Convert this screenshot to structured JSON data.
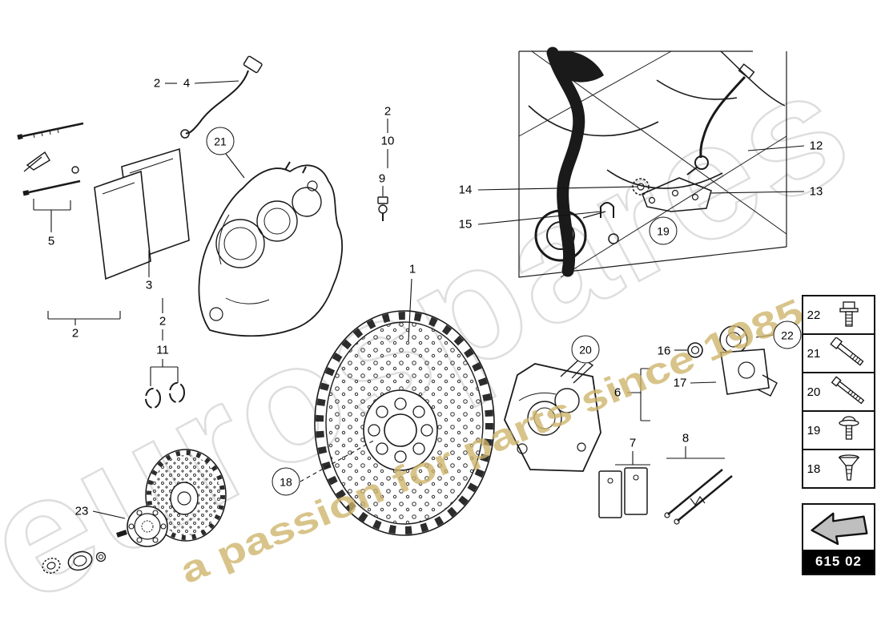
{
  "watermark": {
    "brand": "eurospares",
    "tagline": "a passion for parts since 1985"
  },
  "part_code": "615 02",
  "colors": {
    "line": "#1a1a1a",
    "watermark_gray": "#dedede",
    "watermark_gold": "#cdb469"
  },
  "callouts": [
    {
      "label": "2",
      "circled": false
    },
    {
      "label": "4",
      "circled": false
    },
    {
      "label": "21",
      "circled": true
    },
    {
      "label": "2",
      "circled": false
    },
    {
      "label": "10",
      "circled": false
    },
    {
      "label": "9",
      "circled": false
    },
    {
      "label": "5",
      "circled": false
    },
    {
      "label": "3",
      "circled": false
    },
    {
      "label": "2",
      "circled": false
    },
    {
      "label": "2",
      "circled": false
    },
    {
      "label": "11",
      "circled": false
    },
    {
      "label": "1",
      "circled": false
    },
    {
      "label": "18",
      "circled": true
    },
    {
      "label": "23",
      "circled": false
    },
    {
      "label": "20",
      "circled": true
    },
    {
      "label": "16",
      "circled": false
    },
    {
      "label": "17",
      "circled": false
    },
    {
      "label": "22",
      "circled": true
    },
    {
      "label": "6",
      "circled": false
    },
    {
      "label": "7",
      "circled": false
    },
    {
      "label": "8",
      "circled": false
    },
    {
      "label": "12",
      "circled": false
    },
    {
      "label": "13",
      "circled": false
    },
    {
      "label": "14",
      "circled": false
    },
    {
      "label": "15",
      "circled": false
    },
    {
      "label": "19",
      "circled": true
    }
  ],
  "legend": {
    "items": [
      {
        "label": "22",
        "icon": "flange-bolt-icon"
      },
      {
        "label": "21",
        "icon": "long-hex-bolt-icon"
      },
      {
        "label": "20",
        "icon": "long-screw-icon"
      },
      {
        "label": "19",
        "icon": "washer-head-screw-icon"
      },
      {
        "label": "18",
        "icon": "countersunk-screw-icon"
      }
    ]
  }
}
